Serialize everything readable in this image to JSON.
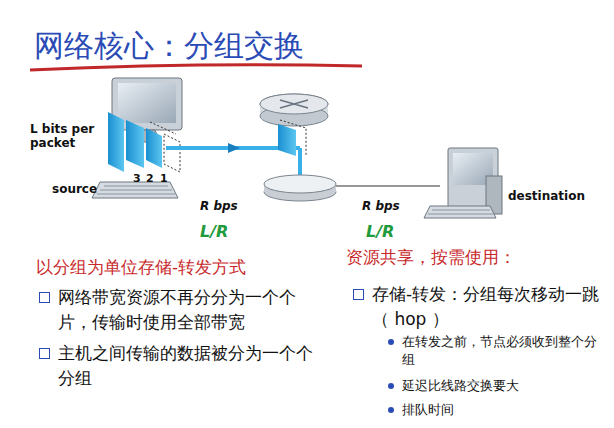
{
  "diagram": {
    "title": "网络核心：分组交换",
    "labels": [
      "L bits per packet",
      "source",
      "3",
      "2",
      "1",
      "R bps",
      "R bps",
      "L/R",
      "L/R",
      "destination",
      "以分组为单位存储-转发方式",
      "网络带宽资源不再分分为一个个片，传输时使用全部带宽",
      "主机之间传输的数据被分为一个个分组",
      "资源共享，按需使用：",
      "存储-转发：分组每次移动一跳（ hop ）",
      "在转发之前，节点必须收到整个分组",
      "延迟比线路交换要大",
      "排队时间"
    ]
  }
}
